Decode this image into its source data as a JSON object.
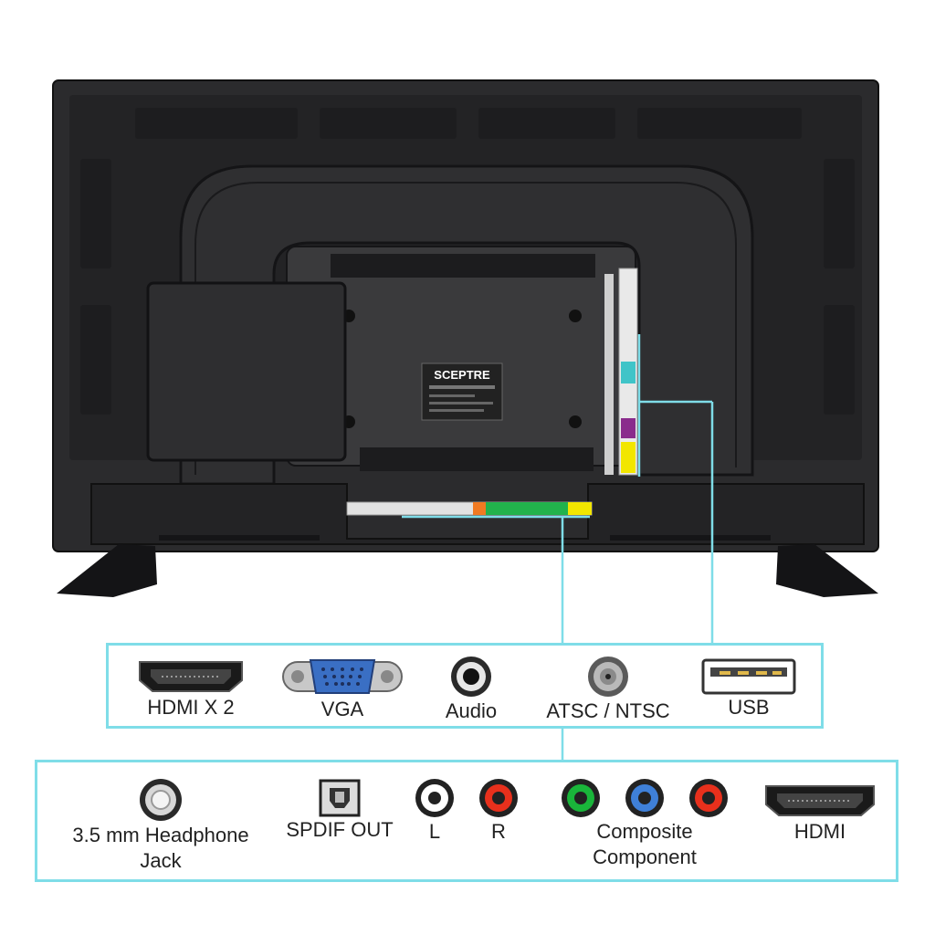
{
  "tv": {
    "brand_badge": "SCEPTRE",
    "colors": {
      "body": "#2b2b2d",
      "body_dark": "#1b1b1d",
      "panel": "#3a3a3c",
      "callout_line": "#7fdde8",
      "strip_yellow": "#f2e600",
      "strip_green": "#22b24c",
      "strip_orange": "#f07a22",
      "strip_cyan": "#40c4c8",
      "strip_purple": "#8a2c8c"
    }
  },
  "side_ports": [
    {
      "label": "HDMI X 2",
      "icon": "hdmi-port-icon"
    },
    {
      "label": "VGA",
      "icon": "vga-port-icon"
    },
    {
      "label": "Audio",
      "icon": "audio-jack-icon"
    },
    {
      "label": "ATSC / NTSC",
      "icon": "coax-antenna-icon"
    },
    {
      "label": "USB",
      "icon": "usb-port-icon"
    }
  ],
  "bottom_ports": [
    {
      "label": "3.5 mm Headphone\nJack",
      "icon": "headphone-jack-icon"
    },
    {
      "label": "SPDIF OUT",
      "icon": "optical-spdif-icon"
    },
    {
      "label": "L",
      "icon": "rca-white-icon",
      "color": "#ffffff"
    },
    {
      "label": "R",
      "icon": "rca-red-icon",
      "color": "#e8301c"
    },
    {
      "label": "Composite\nComponent",
      "icon": "rca-green-blue-red-icons",
      "colors": [
        "#19b53a",
        "#3f80d8",
        "#e8301c"
      ]
    },
    {
      "label": "HDMI",
      "icon": "hdmi-port-icon"
    }
  ]
}
